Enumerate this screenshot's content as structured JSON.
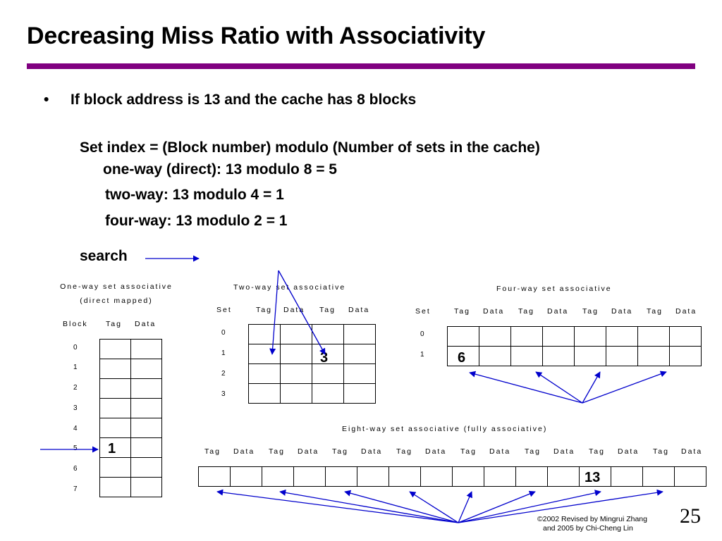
{
  "slide": {
    "title": "Decreasing Miss Ratio with Associativity",
    "bullet": "If block address is 13 and the cache has 8 blocks",
    "formula": "Set index = (Block number) modulo (Number of sets in the cache)",
    "lines": [
      "one-way (direct): 13 modulo 8 = 5",
      "two-way: 13 modulo 4 = 1",
      "four-way: 13 modulo 2 = 1"
    ],
    "search_label": "search",
    "bullet_symbol": "•"
  },
  "one_way": {
    "title": "One-way set associative",
    "subtitle": "(direct mapped)",
    "col_block": "Block",
    "col_tag": "Tag",
    "col_data": "Data",
    "rows": [
      "0",
      "1",
      "2",
      "3",
      "4",
      "5",
      "6",
      "7"
    ],
    "marker": "1"
  },
  "two_way": {
    "title": "Two-way set associative",
    "col_set": "Set",
    "col_tag_1": "Tag",
    "col_data_1": "Data",
    "col_tag_2": "Tag",
    "col_data_2": "Data",
    "rows": [
      "0",
      "1",
      "2",
      "3"
    ],
    "marker": "3"
  },
  "four_way": {
    "title": "Four-way set associative",
    "col_set": "Set",
    "col_tag_1": "Tag",
    "col_data_1": "Data",
    "col_tag_2": "Tag",
    "col_data_2": "Data",
    "col_tag_3": "Tag",
    "col_data_3": "Data",
    "col_tag_4": "Tag",
    "col_data_4": "Data",
    "rows": [
      "0",
      "1"
    ],
    "marker": "6"
  },
  "eight_way": {
    "title": "Eight-way set associative (fully associative)",
    "col_tag_1": "Tag",
    "col_data_1": "Data",
    "col_tag_2": "Tag",
    "col_data_2": "Data",
    "col_tag_3": "Tag",
    "col_data_3": "Data",
    "col_tag_4": "Tag",
    "col_data_4": "Data",
    "col_tag_5": "Tag",
    "col_data_5": "Data",
    "col_tag_6": "Tag",
    "col_data_6": "Data",
    "col_tag_7": "Tag",
    "col_data_7": "Data",
    "col_tag_8": "Tag",
    "col_data_8": "Data",
    "marker": "13"
  },
  "footer": {
    "credit_line1": "©2002 Revised by Mingrui Zhang",
    "credit_line2": "and 2005 by Chi-Cheng Lin",
    "page_number": "25"
  },
  "colors": {
    "rule": "#800080",
    "arrow": "#0000CC"
  }
}
